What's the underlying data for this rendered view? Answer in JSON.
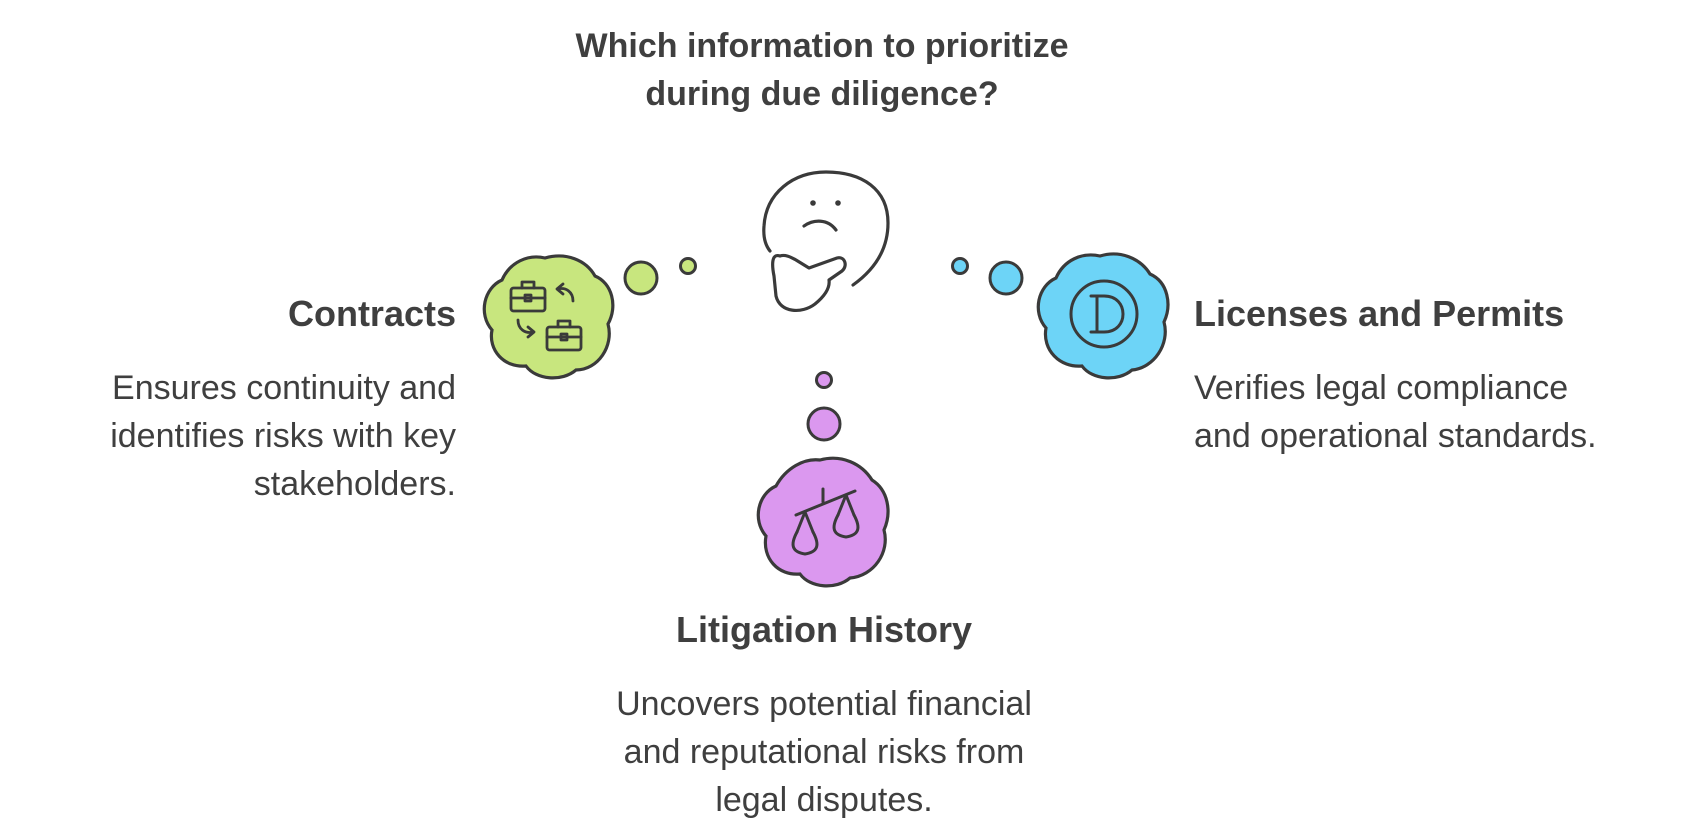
{
  "title": {
    "line1": "Which information to prioritize",
    "line2": "during due diligence?"
  },
  "options": {
    "contracts": {
      "heading": "Contracts",
      "desc": [
        "Ensures continuity and",
        "identifies risks with key",
        "stakeholders."
      ],
      "color": "#c8e67e",
      "icon": "briefcase-exchange-icon"
    },
    "licenses": {
      "heading": "Licenses and Permits",
      "desc": [
        "Verifies legal compliance",
        "and operational standards."
      ],
      "color": "#6dd4f7",
      "icon": "letter-d-seal-icon"
    },
    "litigation": {
      "heading": "Litigation History",
      "desc": [
        "Uncovers potential financial",
        "and reputational risks from",
        "legal disputes."
      ],
      "color": "#db98ef",
      "icon": "scales-of-justice-icon"
    }
  },
  "center_icon": "thinking-face-icon",
  "colors": {
    "text": "#3f3f3f",
    "stroke": "#3a3a3a",
    "background": "#ffffff"
  }
}
